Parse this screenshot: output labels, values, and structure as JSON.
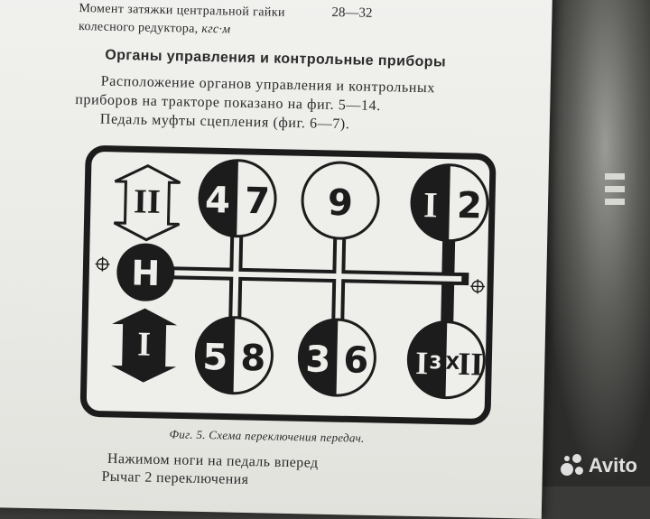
{
  "page": {
    "top_line1": "Момент затяжки центральной гайки",
    "top_line1_value": "28—32",
    "top_line2_text": "колесного редуктора,",
    "top_line2_unit": "кгс·м",
    "section_heading": "Органы управления и контрольные приборы",
    "para_line1": "Расположение органов управления и контрольных",
    "para_line2": "приборов на тракторе показано на фиг. 5—14.",
    "para_line3": "Педаль муфты сцепления (фиг. 6—7).",
    "figure_caption": "Фиг. 5. Схема переключения передач.",
    "bottom_line1": "Нажимом ноги на педаль вперед",
    "bottom_line2": "Рычаг 2 переключения"
  },
  "diagram": {
    "range_upper": "II",
    "range_neutral": "H",
    "range_lower": "I",
    "top_positions": [
      {
        "left": "4",
        "right": "7"
      },
      {
        "left": "",
        "right": "9"
      },
      {
        "left": "I",
        "right": "2"
      }
    ],
    "bottom_positions": [
      {
        "left": "5",
        "right": "8"
      },
      {
        "left": "3",
        "right": "6"
      },
      {
        "left": "I",
        "mid": "3",
        "x": "X",
        "right": "II"
      }
    ],
    "colors": {
      "ink": "#1c1c1c",
      "paper": "#eeeeea"
    }
  },
  "watermark": {
    "text": "Avito"
  }
}
